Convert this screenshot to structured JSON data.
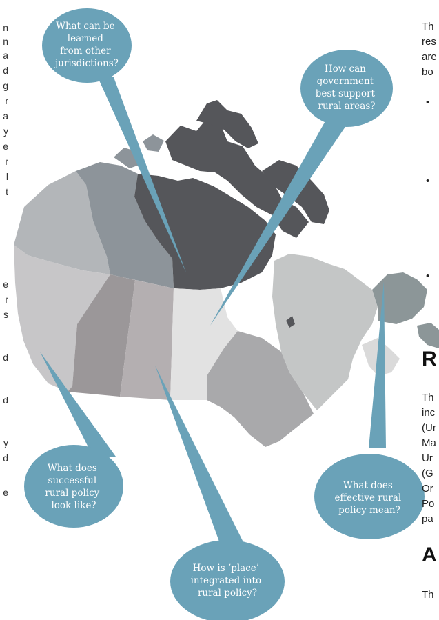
{
  "bubbles": [
    {
      "id": "jurisdictions",
      "lines": [
        "What can be",
        "learned",
        "from other",
        "jurisdictions?"
      ]
    },
    {
      "id": "government",
      "lines": [
        "How can",
        "government",
        "best support",
        "rural areas?"
      ]
    },
    {
      "id": "successful",
      "lines": [
        "What does",
        "successful",
        "rural policy",
        "look like?"
      ]
    },
    {
      "id": "place",
      "lines": [
        "How is ‘place’",
        "integrated into",
        "rural policy?"
      ]
    },
    {
      "id": "effective",
      "lines": [
        "What does",
        "effective rural",
        "policy mean?"
      ]
    }
  ],
  "right_column": {
    "lines": [
      "Th",
      "res",
      "are",
      "bo"
    ],
    "bullets": [
      "•",
      "•",
      "•"
    ],
    "heading_1": "R",
    "lines_2": [
      "Th",
      "inc",
      "(Ur",
      "Ma",
      "Ur",
      "(G",
      "Or",
      "Po",
      "pa"
    ],
    "heading_2": "A",
    "lines_3": [
      "Th"
    ]
  },
  "left_column": {
    "fragments": [
      "n",
      "n",
      "a",
      "d",
      "g",
      "r",
      "a",
      "y",
      "e",
      "r",
      "l",
      "t",
      "e",
      "r",
      "s",
      "d",
      "d",
      "y",
      "d",
      "e"
    ]
  },
  "colors": {
    "bubble": "#6aa2b8",
    "nunavut": "#55565a",
    "nwt": "#8d949a",
    "yukon": "#b3b6b9",
    "bc": "#c7c6c8",
    "alberta": "#9b9799",
    "saskatchewan": "#b4afb1",
    "manitoba": "#e2e2e2",
    "ontario": "#a9a9ab",
    "quebec": "#c4c6c6",
    "labrador": "#8c9698",
    "maritimes": "#dadada"
  }
}
